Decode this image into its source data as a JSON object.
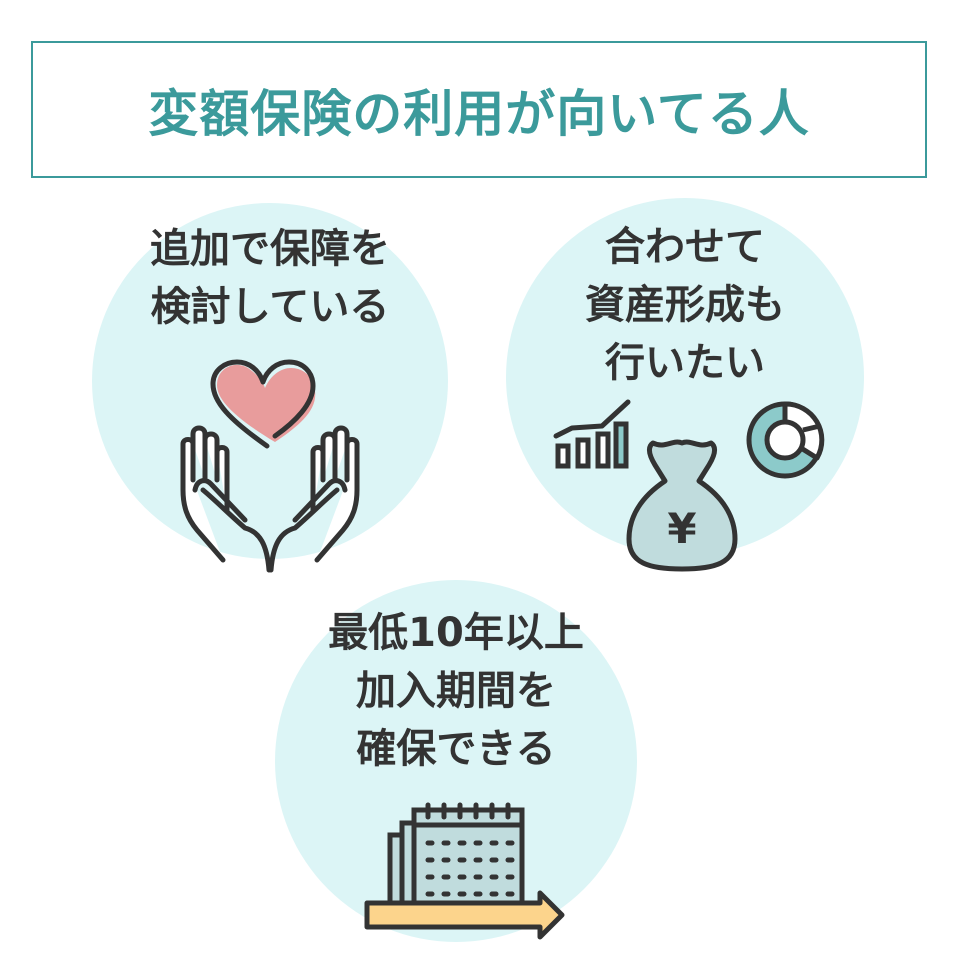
{
  "title": "変額保険の利用が向いてる人",
  "colors": {
    "accent": "#3b9a9b",
    "circle_bg": "#dcf5f6",
    "text": "#333333",
    "heart": "#e89c9c",
    "icon_fill": "#c0dcdd",
    "icon_accent": "#8ccaca",
    "arrow": "#fcd48c"
  },
  "items": [
    {
      "lines": [
        "追加で保障を",
        "検討している"
      ],
      "icon": "heart-hands-icon"
    },
    {
      "lines": [
        "合わせて",
        "資産形成も",
        "行いたい"
      ],
      "icon": "money-bag-yen-icon"
    },
    {
      "lines": [
        "最低10年以上",
        "加入期間を",
        "確保できる"
      ],
      "icon": "calendar-arrow-icon"
    }
  ]
}
